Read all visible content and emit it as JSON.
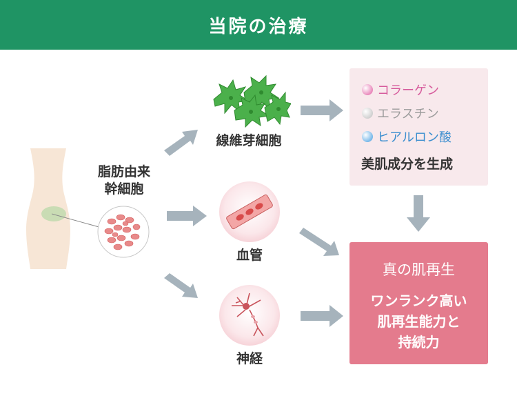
{
  "header": {
    "title": "当院の治療"
  },
  "stem_cell": {
    "label_line1": "脂肪由来",
    "label_line2": "幹細胞"
  },
  "targets": {
    "fibroblast": "線維芽細胞",
    "blood_vessel": "血管",
    "nerve": "神経"
  },
  "components_box": {
    "items": [
      {
        "label": "コラーゲン",
        "color": "#d65b9c",
        "icon": "pink-sphere-icon"
      },
      {
        "label": "エラスチン",
        "color": "#9c9c9c",
        "icon": "white-sphere-icon"
      },
      {
        "label": "ヒアルロン酸",
        "color": "#3b8ecf",
        "icon": "blue-sphere-icon"
      }
    ],
    "caption": "美肌成分を生成"
  },
  "result_box": {
    "title": "真の肌再生",
    "body_line1": "ワンランク高い",
    "body_line2": "肌再生能力と",
    "body_line3": "持続力"
  },
  "colors": {
    "header_bg": "#1f9464",
    "arrow": "#a6b3bc",
    "pink_box": "#f8e9ec",
    "result_box": "#e47b8d"
  }
}
